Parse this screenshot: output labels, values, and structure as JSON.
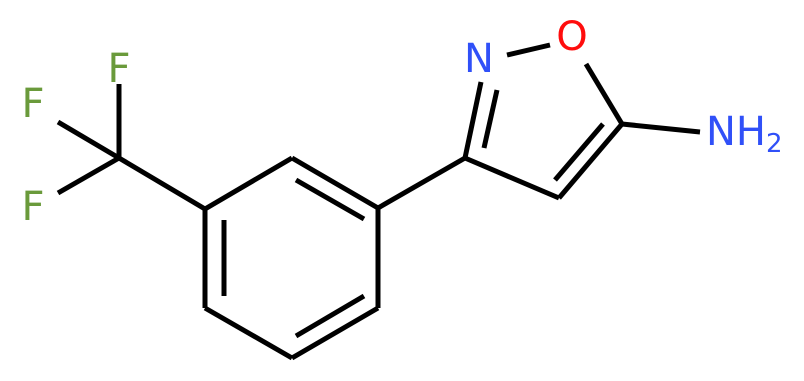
{
  "molecule": {
    "atoms": [
      {
        "id": "F1",
        "symbol": "F",
        "color": "#6a9a3b"
      },
      {
        "id": "F2",
        "symbol": "F",
        "color": "#6a9a3b"
      },
      {
        "id": "F3",
        "symbol": "F",
        "color": "#6a9a3b"
      },
      {
        "id": "N",
        "symbol": "N",
        "color": "#3050f8"
      },
      {
        "id": "O",
        "symbol": "O",
        "color": "#ff0d0d"
      },
      {
        "id": "NH2",
        "symbol": "NH",
        "subscript": "2",
        "color": "#3050f8"
      }
    ],
    "bond_color": "#000000"
  }
}
